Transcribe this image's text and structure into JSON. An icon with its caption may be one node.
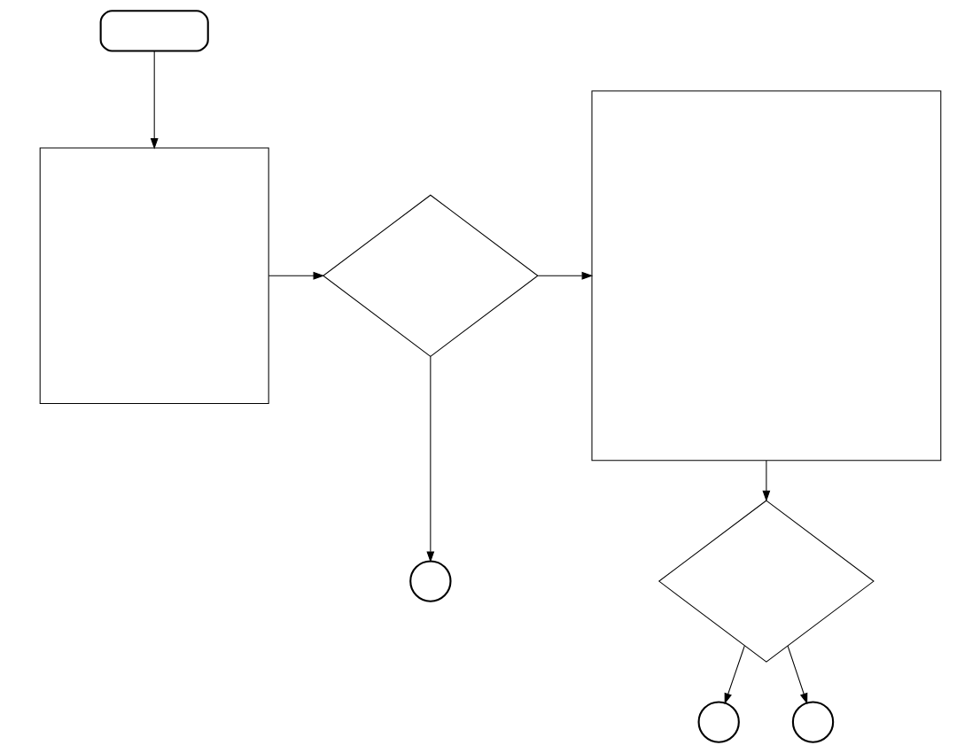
{
  "diagram": {
    "nodes": [
      {
        "text": [],
        "shape": "oval"
      },
      {
        "text": [],
        "shape": "box"
      },
      {
        "text": [],
        "shape": "diamond"
      },
      {
        "text": [],
        "shape": "circle"
      },
      {
        "text": [],
        "shape": "box"
      },
      {
        "text": [],
        "shape": "diamond"
      },
      {
        "text": [],
        "shape": "circle"
      },
      {
        "text": [],
        "shape": "circle"
      }
    ],
    "edges": [
      {
        "from": 0,
        "to": 1,
        "arrow": "to"
      },
      {
        "from": 1,
        "to": 2,
        "arrow": "to"
      },
      {
        "from": 2,
        "to": 4,
        "arrow": "to"
      },
      {
        "from": 2,
        "to": 3,
        "arrow": "to"
      },
      {
        "from": 4,
        "to": 5,
        "arrow": "to"
      },
      {
        "from": 5,
        "to": 6,
        "arrow": "to"
      },
      {
        "from": 5,
        "to": 7,
        "arrow": "to"
      }
    ]
  }
}
